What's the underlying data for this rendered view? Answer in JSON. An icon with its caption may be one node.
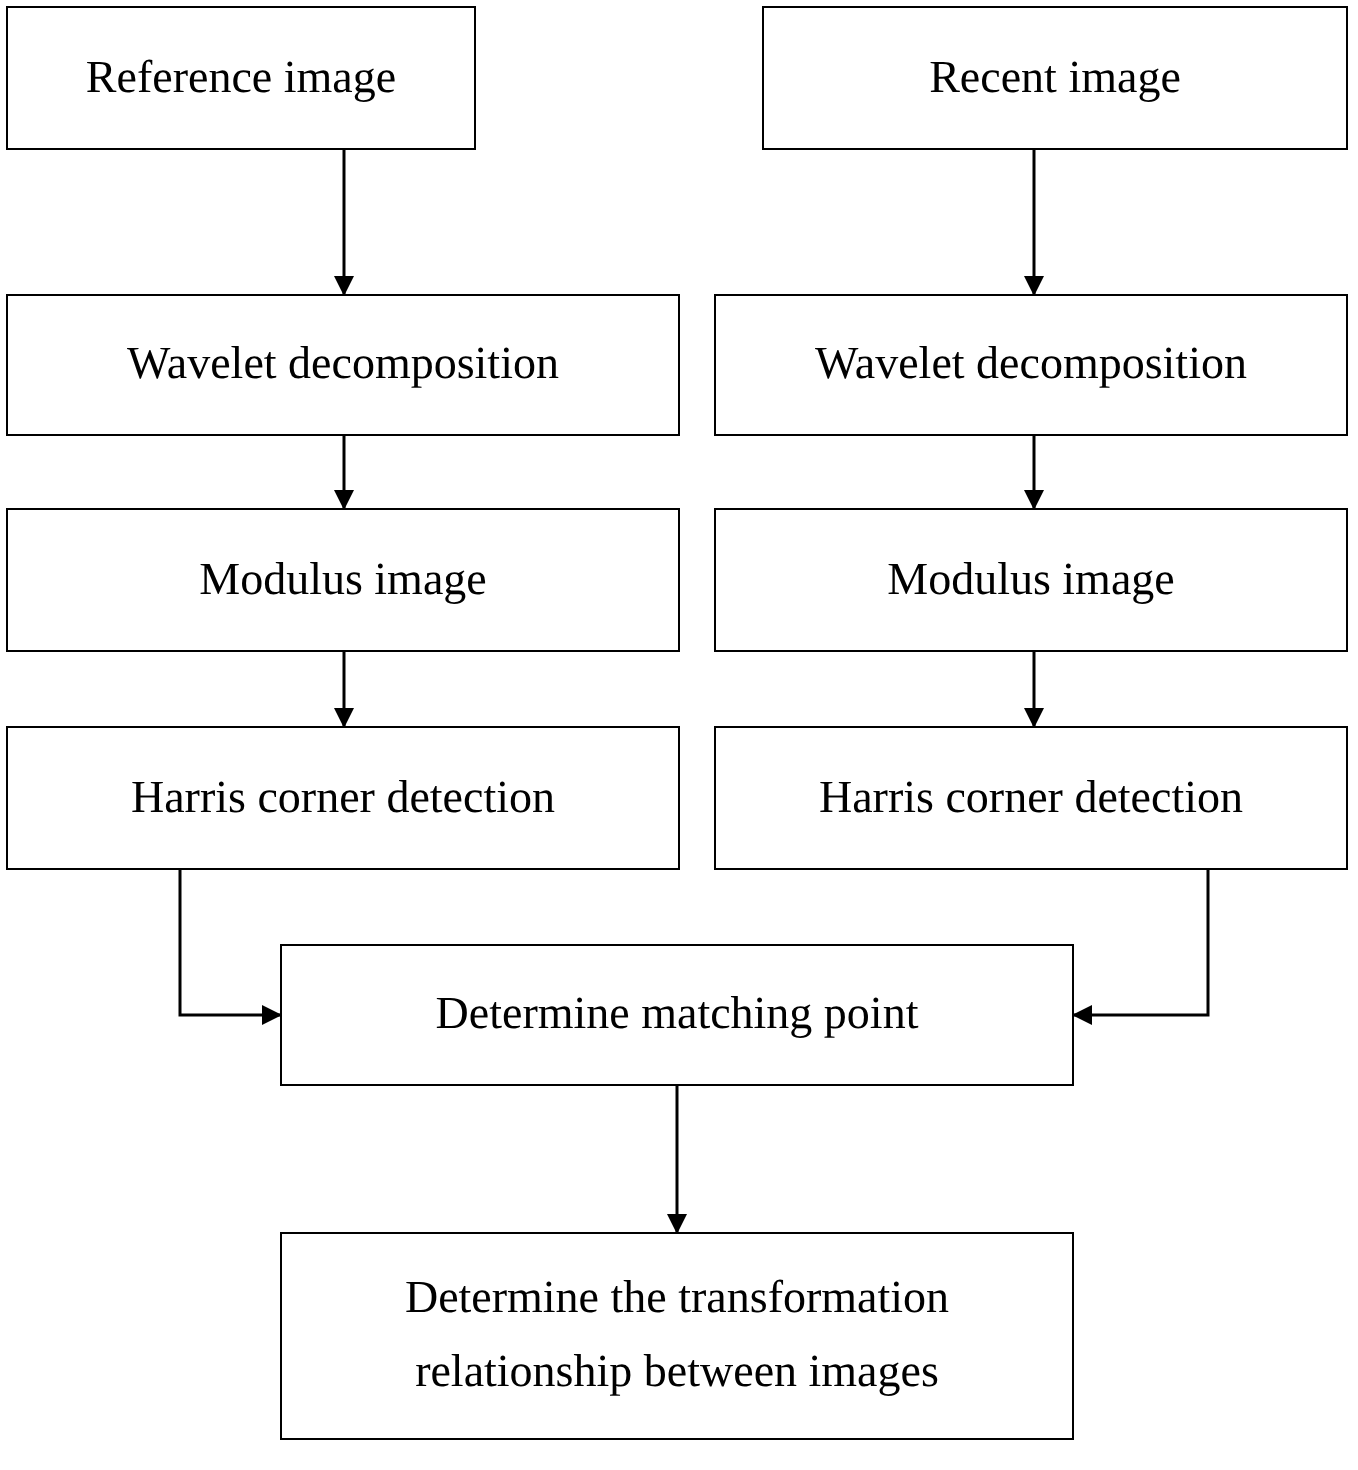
{
  "diagram": {
    "nodes": [
      {
        "text": [
          "Reference image"
        ]
      },
      {
        "text": [
          "Recent image"
        ]
      },
      {
        "text": [
          "Wavelet decomposition"
        ]
      },
      {
        "text": [
          "Wavelet decomposition"
        ]
      },
      {
        "text": [
          "Modulus image"
        ]
      },
      {
        "text": [
          "Modulus image"
        ]
      },
      {
        "text": [
          "Harris corner detection"
        ]
      },
      {
        "text": [
          "Harris corner detection"
        ]
      },
      {
        "text": [
          "Determine matching point"
        ]
      },
      {
        "text": [
          "Determine the transformation relationship between images"
        ]
      }
    ],
    "edges": [
      {
        "from": 0,
        "to": 2,
        "arrow": "to"
      },
      {
        "from": 1,
        "to": 3,
        "arrow": "to"
      },
      {
        "from": 2,
        "to": 4,
        "arrow": "to"
      },
      {
        "from": 3,
        "to": 5,
        "arrow": "to"
      },
      {
        "from": 4,
        "to": 6,
        "arrow": "to"
      },
      {
        "from": 5,
        "to": 7,
        "arrow": "to"
      },
      {
        "from": 6,
        "to": 8,
        "arrow": "to"
      },
      {
        "from": 7,
        "to": 8,
        "arrow": "to"
      },
      {
        "from": 8,
        "to": 9,
        "arrow": "to"
      }
    ]
  }
}
